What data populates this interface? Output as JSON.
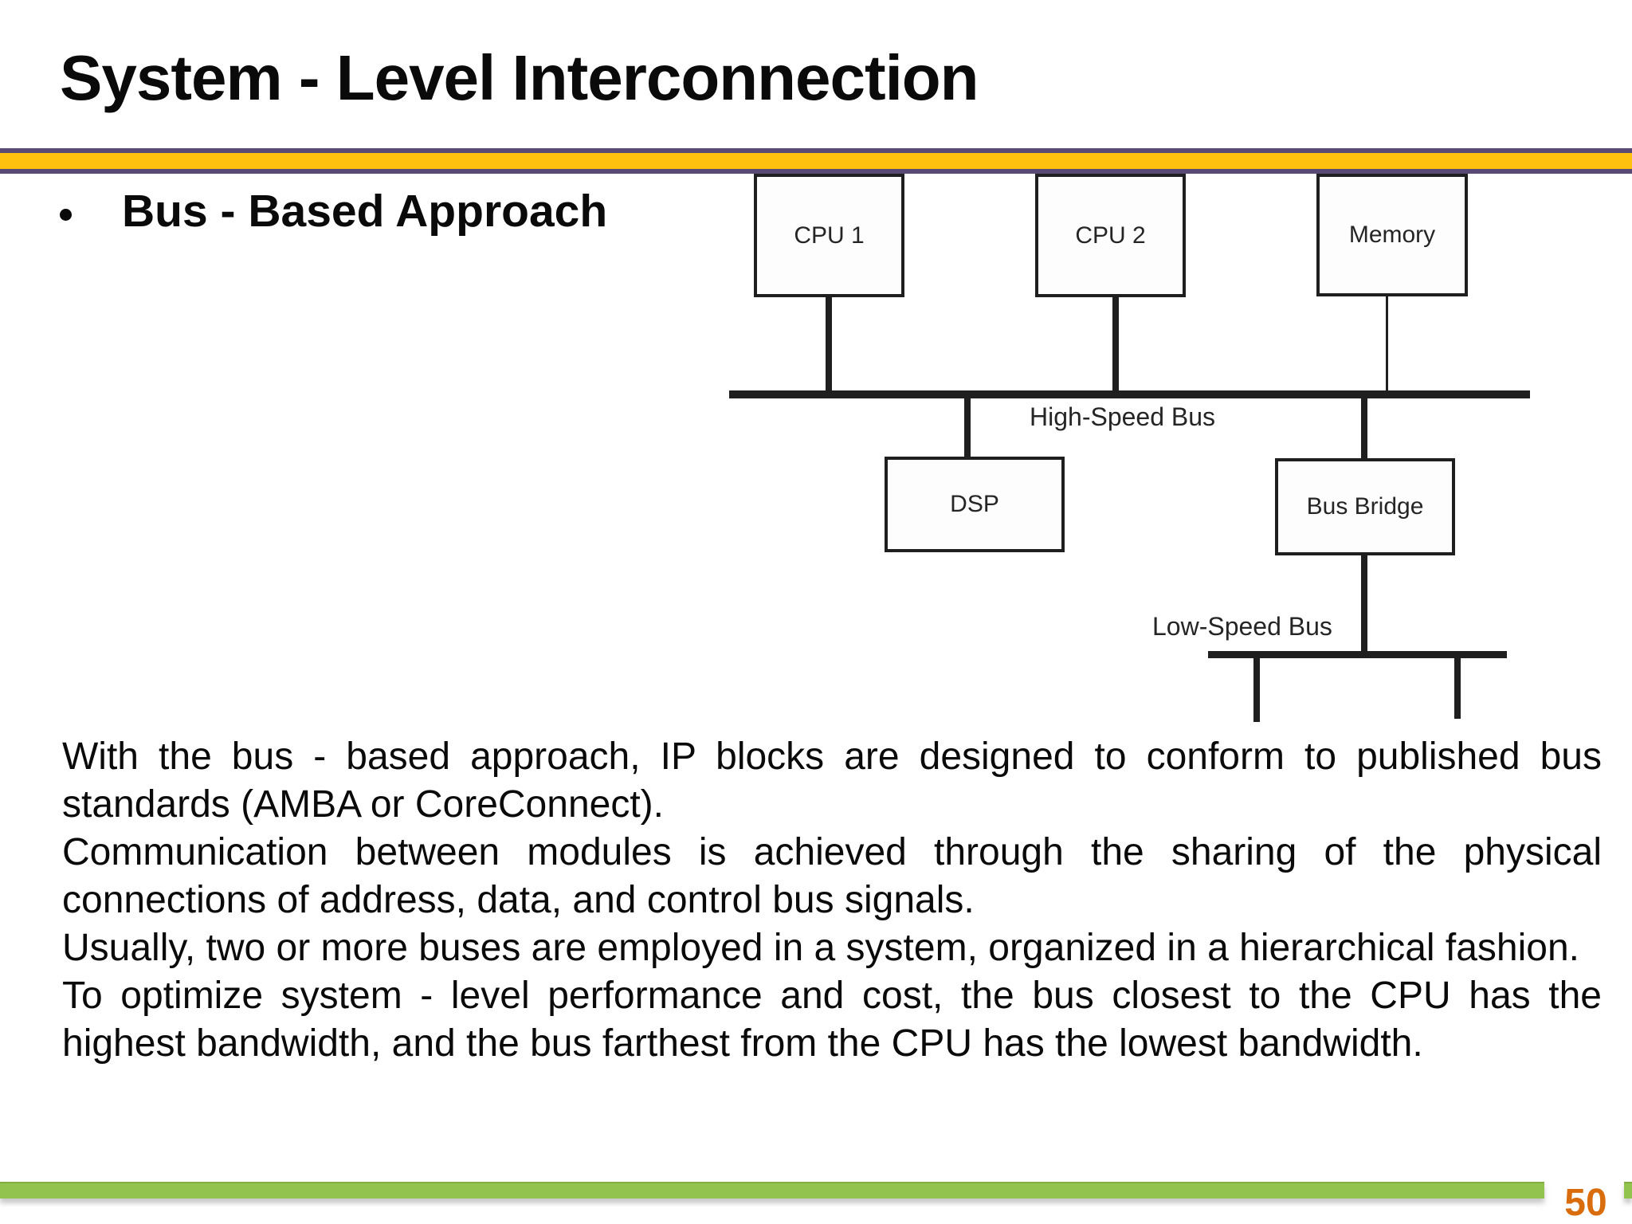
{
  "header": {
    "title": "System - Level Interconnection"
  },
  "bullet": {
    "label": "Bus - Based Approach"
  },
  "diagram": {
    "boxes": [
      {
        "label": "CPU 1"
      },
      {
        "label": "CPU 2"
      },
      {
        "label": "Memory"
      },
      {
        "label": "DSP"
      },
      {
        "label": "Bus Bridge"
      }
    ],
    "bus_labels": {
      "high_speed": "High-Speed Bus",
      "low_speed": "Low-Speed Bus"
    }
  },
  "body": {
    "paragraphs": [
      "With the bus - based approach, IP blocks are designed to conform to published bus standards (AMBA or CoreConnect).",
      "Communication between modules is achieved through the sharing of the physical connections of address, data, and control bus signals.",
      "Usually, two or more buses are employed in a system, organized in a hierarchical fashion.",
      "To optimize system - level performance and cost, the bus closest to the CPU has the highest bandwidth, and the bus farthest from the CPU has the lowest bandwidth."
    ]
  },
  "footer": {
    "page_number": "50"
  },
  "colors": {
    "accent_gold": "#FEC10D",
    "accent_purple": "#584A75",
    "footer_green": "#93C34F",
    "page_number_orange": "#D96C0C",
    "diagram_line": "#1F1F1F",
    "text_black": "#0A0A0A"
  }
}
